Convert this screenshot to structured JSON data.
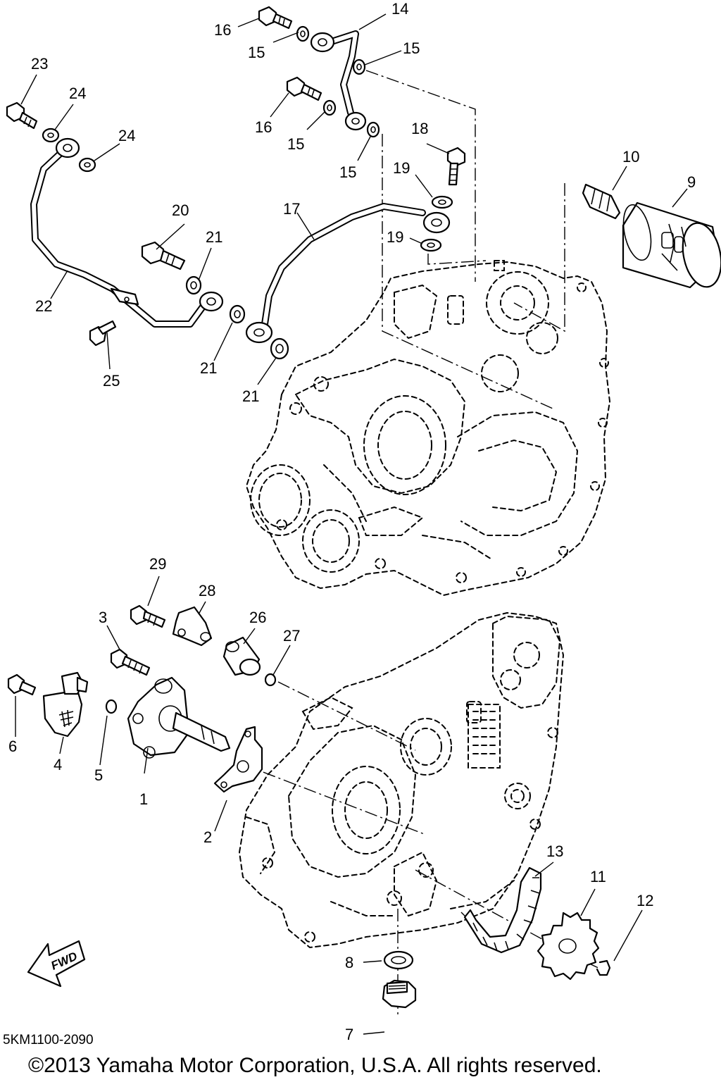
{
  "diagram": {
    "callouts": [
      {
        "id": "c1",
        "text": "1"
      },
      {
        "id": "c2",
        "text": "2"
      },
      {
        "id": "c3",
        "text": "3"
      },
      {
        "id": "c4",
        "text": "4"
      },
      {
        "id": "c5",
        "text": "5"
      },
      {
        "id": "c6",
        "text": "6"
      },
      {
        "id": "c7",
        "text": "7"
      },
      {
        "id": "c8",
        "text": "8"
      },
      {
        "id": "c9",
        "text": "9"
      },
      {
        "id": "c10",
        "text": "10"
      },
      {
        "id": "c11",
        "text": "11"
      },
      {
        "id": "c12",
        "text": "12"
      },
      {
        "id": "c13",
        "text": "13"
      },
      {
        "id": "c14",
        "text": "14"
      },
      {
        "id": "c15a",
        "text": "15"
      },
      {
        "id": "c15b",
        "text": "15"
      },
      {
        "id": "c15c",
        "text": "15"
      },
      {
        "id": "c15d",
        "text": "15"
      },
      {
        "id": "c16a",
        "text": "16"
      },
      {
        "id": "c16b",
        "text": "16"
      },
      {
        "id": "c17",
        "text": "17"
      },
      {
        "id": "c18",
        "text": "18"
      },
      {
        "id": "c19a",
        "text": "19"
      },
      {
        "id": "c19b",
        "text": "19"
      },
      {
        "id": "c20",
        "text": "20"
      },
      {
        "id": "c21a",
        "text": "21"
      },
      {
        "id": "c21b",
        "text": "21"
      },
      {
        "id": "c21c",
        "text": "21"
      },
      {
        "id": "c22",
        "text": "22"
      },
      {
        "id": "c23",
        "text": "23"
      },
      {
        "id": "c24a",
        "text": "24"
      },
      {
        "id": "c24b",
        "text": "24"
      },
      {
        "id": "c25",
        "text": "25"
      },
      {
        "id": "c26",
        "text": "26"
      },
      {
        "id": "c27",
        "text": "27"
      },
      {
        "id": "c28",
        "text": "28"
      },
      {
        "id": "c29",
        "text": "29"
      }
    ],
    "fwd_label": "FWD",
    "diagram_code": "5KM1100-2090",
    "copyright": "©2013 Yamaha Motor Corporation, U.S.A. All rights reserved."
  }
}
